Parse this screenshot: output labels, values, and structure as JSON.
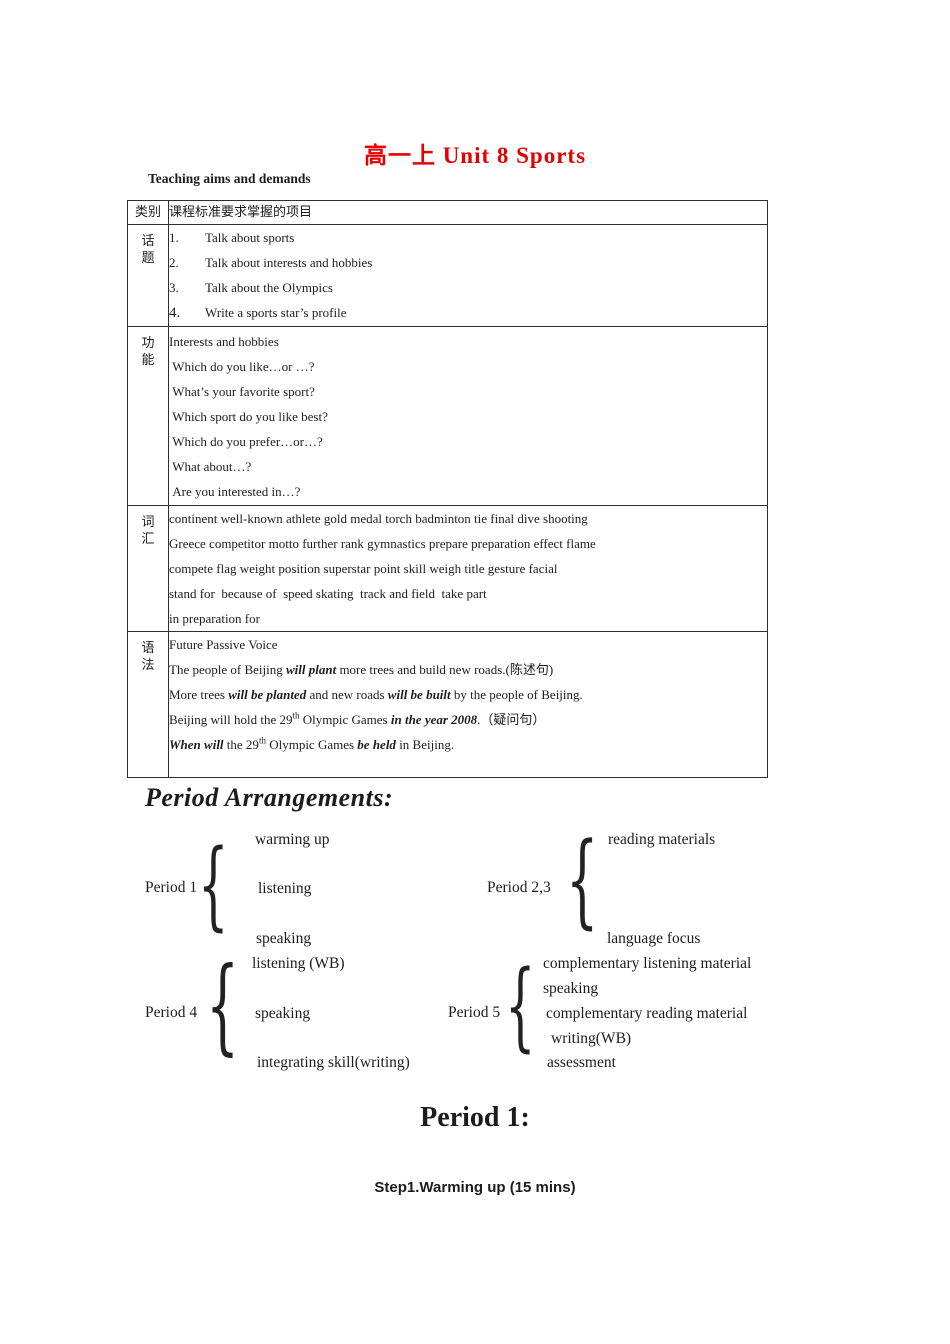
{
  "doc": {
    "title": "高一上 Unit 8 Sports",
    "title_color": "#e60000",
    "subtitle": "Teaching aims and demands"
  },
  "table": {
    "header": {
      "category": "类别",
      "items_title": "课程标准要求掌握的项目"
    },
    "rows": [
      {
        "label": "话题",
        "lines": [
          [
            {
              "t": "1.",
              "s": "num"
            },
            {
              "t": "Talk about sports"
            }
          ],
          [
            {
              "t": "2.",
              "s": "num"
            },
            {
              "t": "Talk about interests and hobbies"
            }
          ],
          [
            {
              "t": "3.",
              "s": "num"
            },
            {
              "t": "Talk about the Olympics"
            }
          ],
          [
            {
              "t": "4.",
              "s": "num num4"
            },
            {
              "t": "Write a sports star’s profile"
            }
          ]
        ]
      },
      {
        "label": "功能",
        "lines": [
          [
            {
              "t": "Interests and hobbies"
            }
          ],
          [
            {
              "t": " Which do you like…or …?"
            }
          ],
          [
            {
              "t": " What’s your favorite sport?"
            }
          ],
          [
            {
              "t": " Which sport do you like best?"
            }
          ],
          [
            {
              "t": " Which do you prefer…or…?"
            }
          ],
          [
            {
              "t": " What about…?"
            }
          ],
          [
            {
              "t": " Are you interested in…?"
            }
          ]
        ]
      },
      {
        "label": "词汇",
        "lines": [
          [
            {
              "t": "continent well-known athlete gold medal torch badminton tie final dive shooting"
            }
          ],
          [
            {
              "t": "Greece competitor motto further rank gymnastics prepare preparation effect flame"
            }
          ],
          [
            {
              "t": "compete flag weight position superstar point skill weigh title gesture facial"
            }
          ],
          [
            {
              "t": "stand for  because of  speed skating  track and field  take part"
            }
          ],
          [
            {
              "t": "in preparation for"
            }
          ]
        ]
      },
      {
        "label": "语法",
        "lines": [
          [
            {
              "t": "Future Passive Voice"
            }
          ],
          [
            {
              "t": "The people of Beijing "
            },
            {
              "t": "will plant",
              "s": "bi"
            },
            {
              "t": " more trees and build new roads.(陈述句)"
            }
          ],
          [
            {
              "t": "More trees "
            },
            {
              "t": "will be planted",
              "s": "bi"
            },
            {
              "t": " and new roads "
            },
            {
              "t": "will be built",
              "s": "bi"
            },
            {
              "t": " by the people of Beijing."
            }
          ],
          [
            {
              "t": "Beijing will hold the 29"
            },
            {
              "t": "th",
              "s": "sup"
            },
            {
              "t": " Olympic Games "
            },
            {
              "t": "in the year 2008",
              "s": "bi"
            },
            {
              "t": ".（疑问句）"
            }
          ],
          [
            {
              "t": "When will",
              "s": "bi"
            },
            {
              "t": " the 29"
            },
            {
              "t": "th",
              "s": "sup"
            },
            {
              "t": " Olympic Games "
            },
            {
              "t": "be held",
              "s": "bi"
            },
            {
              "t": " in Beijing."
            }
          ]
        ]
      }
    ]
  },
  "periods": {
    "heading": "Period Arrangements:",
    "brace": "{",
    "groups": [
      {
        "label": "Period 1",
        "items": [
          "warming up",
          "listening",
          "speaking"
        ]
      },
      {
        "label": "Period 2,3",
        "items": [
          "reading materials",
          "language focus"
        ]
      },
      {
        "label": "Period 4",
        "items": [
          "listening (WB)",
          "speaking",
          "integrating skill(writing)"
        ]
      },
      {
        "label": "Period 5",
        "items": [
          "complementary listening material",
          "speaking",
          "complementary reading material",
          "writing(WB)",
          "assessment"
        ]
      }
    ]
  },
  "period1": {
    "heading": "Period 1:",
    "step": "Step1.Warming up (15 mins)"
  }
}
